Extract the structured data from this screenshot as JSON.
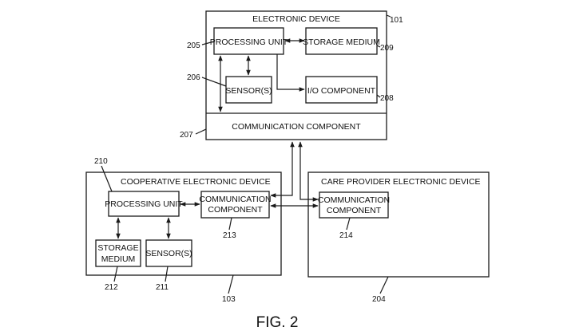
{
  "electronic_device": {
    "title": "ELECTRONIC DEVICE",
    "ref": "101",
    "processing_unit": {
      "label": "PROCESSING UNIT",
      "ref": "205"
    },
    "storage_medium": {
      "label": "STORAGE MEDIUM",
      "ref": "209"
    },
    "sensor": {
      "label": "SENSOR(S)",
      "ref": "206"
    },
    "io_component": {
      "label": "I/O COMPONENT",
      "ref": "208"
    },
    "communication_component": {
      "label": "COMMUNICATION COMPONENT",
      "ref": "207"
    }
  },
  "cooperative_device": {
    "title": "COOPERATIVE ELECTRONIC DEVICE",
    "ref": "103",
    "processing_unit": {
      "label": "PROCESSING UNIT",
      "ref": "210"
    },
    "communication_component": {
      "label_line1": "COMMUNICATION",
      "label_line2": "COMPONENT",
      "ref": "213"
    },
    "storage_medium": {
      "label_line1": "STORAGE",
      "label_line2": "MEDIUM",
      "ref": "212"
    },
    "sensor": {
      "label": "SENSOR(S)",
      "ref": "211"
    }
  },
  "care_provider_device": {
    "title": "CARE PROVIDER ELECTRONIC DEVICE",
    "ref": "204",
    "communication_component": {
      "label_line1": "COMMUNICATION",
      "label_line2": "COMPONENT",
      "ref": "214"
    }
  },
  "figure_label": "FIG. 2"
}
